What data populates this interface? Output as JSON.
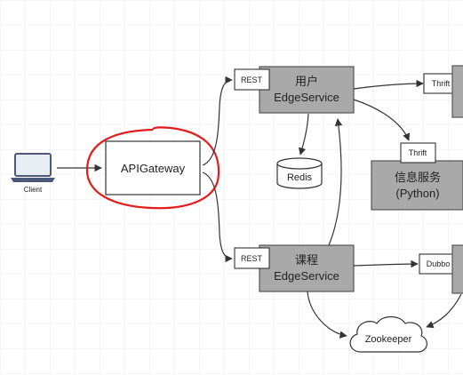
{
  "nodes": {
    "client": {
      "label": "Client"
    },
    "api_gateway": {
      "label": "APIGateway"
    },
    "user_service": {
      "line1": "用户",
      "line2": "EdgeService"
    },
    "course_service": {
      "line1": "课程",
      "line2": "EdgeService"
    },
    "info_service": {
      "line1": "信息服务",
      "line2": "(Python)"
    },
    "redis": {
      "label": "Redis"
    },
    "zookeeper": {
      "label": "Zookeeper"
    }
  },
  "protocols": {
    "user_rest": "REST",
    "course_rest": "REST",
    "thrift_top": "Thrift",
    "thrift_info": "Thrift",
    "dubbo": "Dubbo"
  },
  "colors": {
    "grid": "#eeeeee",
    "service_fill": "#a9a9a9",
    "service_stroke": "#555555",
    "edge": "#333333",
    "highlight": "#e21c1c",
    "cloud_fill": "#ffffff",
    "laptop": "#4a5a78"
  }
}
